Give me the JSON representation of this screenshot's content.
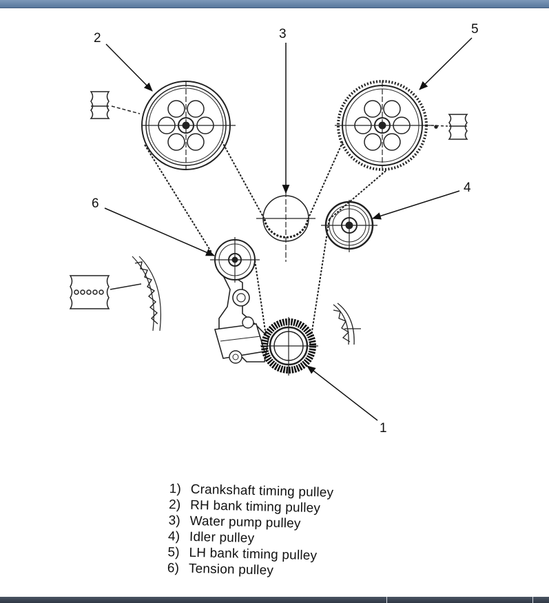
{
  "callouts": {
    "c1": "1",
    "c2": "2",
    "c3": "3",
    "c4": "4",
    "c5": "5",
    "c6": "6"
  },
  "legend": [
    {
      "num": "1)",
      "label": "Crankshaft timing pulley"
    },
    {
      "num": "2)",
      "label": "RH bank timing pulley"
    },
    {
      "num": "3)",
      "label": "Water pump pulley"
    },
    {
      "num": "4)",
      "label": "Idler pulley"
    },
    {
      "num": "5)",
      "label": "LH bank timing pulley"
    },
    {
      "num": "6)",
      "label": "Tension pulley"
    }
  ]
}
